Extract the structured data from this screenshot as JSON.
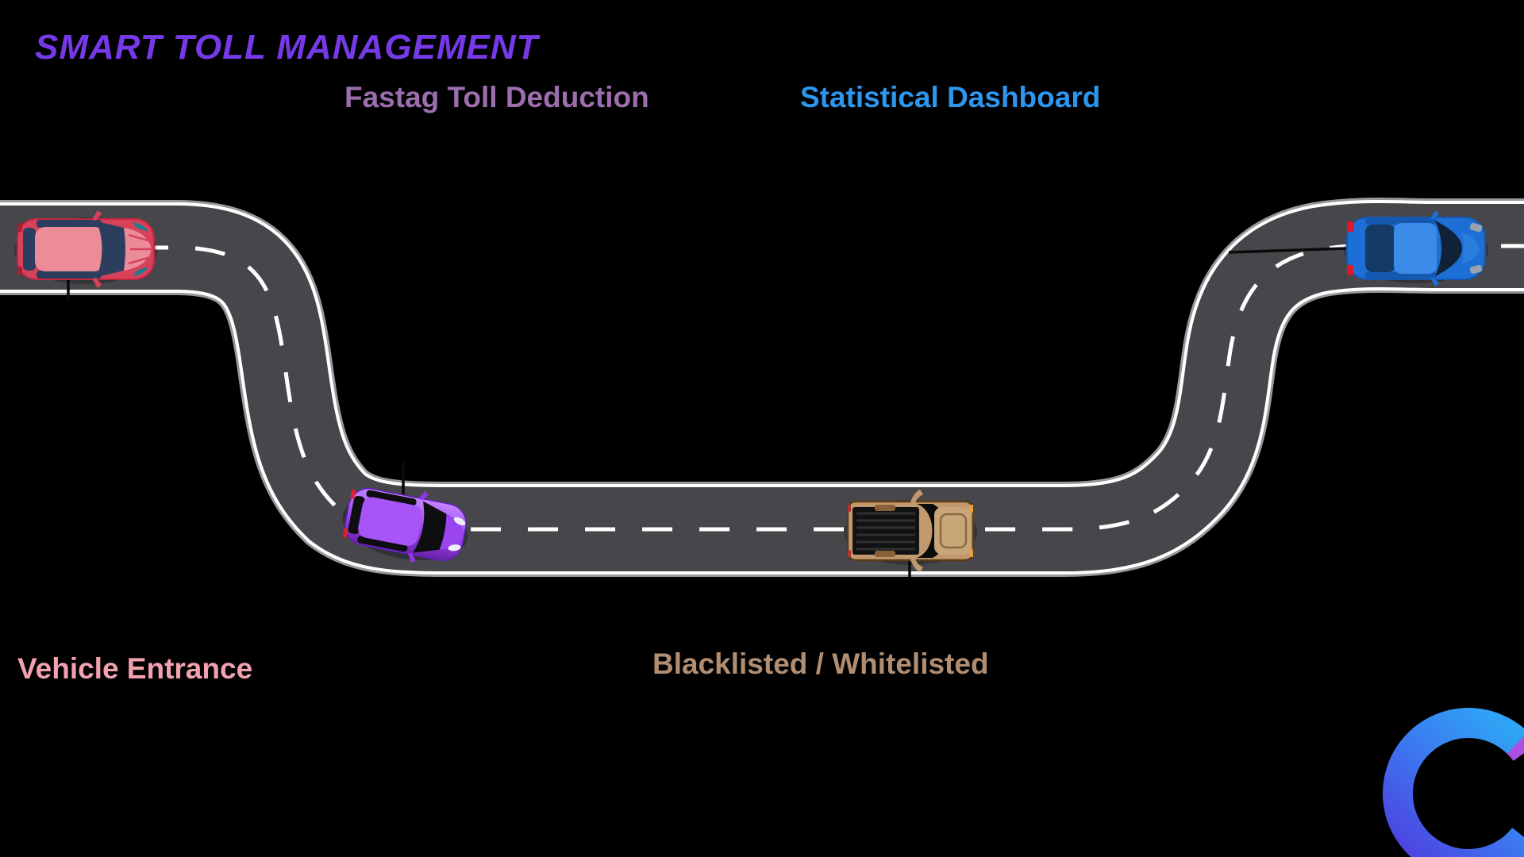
{
  "page": {
    "background": "#000000"
  },
  "title": {
    "text": "SMART TOLL MANAGEMENT",
    "color": "#7639E8"
  },
  "labels": {
    "fastag": {
      "text": "Fastag Toll Deduction",
      "color": "#9C6EAE"
    },
    "dashboard": {
      "text": "Statistical Dashboard",
      "color": "#2D96EE"
    },
    "entrance": {
      "text": "Vehicle Entrance",
      "color": "#F2A2AE"
    },
    "blacklist": {
      "text": "Blacklisted / Whitelisted",
      "color": "#B18E71"
    }
  },
  "road": {
    "surface": "#47474B",
    "rim": "#97979B",
    "edge_line": "#FFFFFF",
    "center_dash": "#FFFFFF"
  },
  "vehicles": {
    "red_car": {
      "name": "red car",
      "color": "#D8415A"
    },
    "purple_car": {
      "name": "purple car",
      "color": "#9B45F0"
    },
    "truck": {
      "name": "tan pickup truck",
      "color": "#C09A6E"
    },
    "blue_car": {
      "name": "blue car",
      "color": "#1D6FD6"
    }
  },
  "logo": {
    "shape": "ring-arc",
    "colors": [
      "#2FA3F5",
      "#3B7BF0",
      "#4D42E0",
      "#A94FE2"
    ]
  }
}
